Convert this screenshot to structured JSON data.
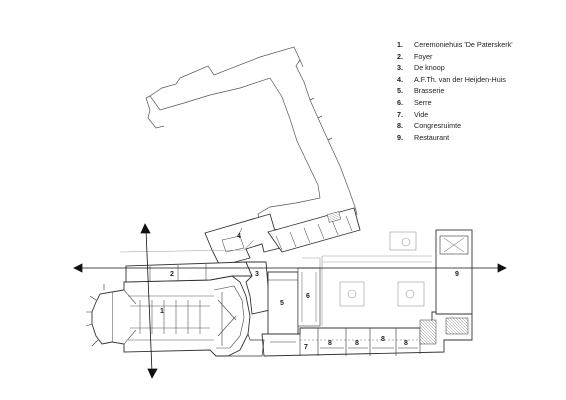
{
  "legend": [
    {
      "num": "1.",
      "label": "Ceremoniehuis 'De Paterskerk'"
    },
    {
      "num": "2.",
      "label": "Foyer"
    },
    {
      "num": "3.",
      "label": "De knoop"
    },
    {
      "num": "4.",
      "label": "A.F.Th. van der Heijden-Huis"
    },
    {
      "num": "5.",
      "label": "Brasserie"
    },
    {
      "num": "6.",
      "label": "Serre"
    },
    {
      "num": "7.",
      "label": "Vide"
    },
    {
      "num": "8.",
      "label": "Congresruimte"
    },
    {
      "num": "9.",
      "label": "Restaurant"
    }
  ],
  "plan_labels": {
    "church": "1",
    "foyer": "2",
    "knoop": "3",
    "huis": "4",
    "brasserie": "5",
    "serre": "6",
    "vide": "7",
    "congres_a": "8",
    "congres_b": "8",
    "congres_c": "8",
    "congres_d": "8",
    "restaurant": "9"
  },
  "colors": {
    "line": "#333333",
    "light": "#9a9a9a",
    "hatch": "#777777"
  }
}
